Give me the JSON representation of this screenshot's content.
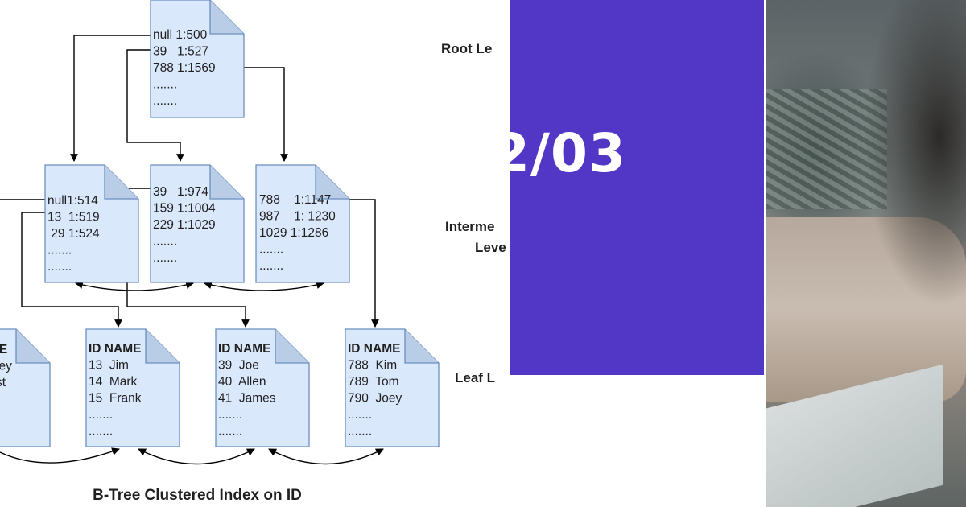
{
  "diagram": {
    "caption": "B-Tree Clustered Index on ID",
    "level_labels": {
      "root": "Root Le",
      "intermediate_1": "Interme",
      "intermediate_2": "Leve",
      "leaf": "Leaf L"
    },
    "root_page": [
      "null 1:500",
      "39   1:527",
      "788 1:1569",
      ".......",
      "......."
    ],
    "intermediate_pages": [
      [
        "null1:514",
        "13  1:519",
        " 29 1:524",
        ".......",
        "......."
      ],
      [
        "39   1:974",
        "159 1:1004",
        "229 1:1029",
        ".......",
        "......."
      ],
      [
        "788    1:1147",
        "987    1: 1230",
        "1029 1:1286",
        ".......",
        "......."
      ]
    ],
    "leaf_pages": [
      [
        "ME",
        "ley",
        "st"
      ],
      [
        "ID NAME",
        "13  Jim",
        "14  Mark",
        "15  Frank",
        ".......",
        "......."
      ],
      [
        "ID NAME",
        "39  Joe",
        "40  Allen",
        "41  James",
        ".......",
        "......."
      ],
      [
        "ID NAME",
        "788  Kim",
        "789  Tom",
        "790  Joey",
        ".......",
        "......."
      ]
    ]
  },
  "overlay": {
    "panel_number": "2/03",
    "panel_color": "#5236c6"
  },
  "colors": {
    "page_fill": "#dae8fc",
    "page_stroke": "#6c8ebf",
    "connector": "#000000"
  }
}
